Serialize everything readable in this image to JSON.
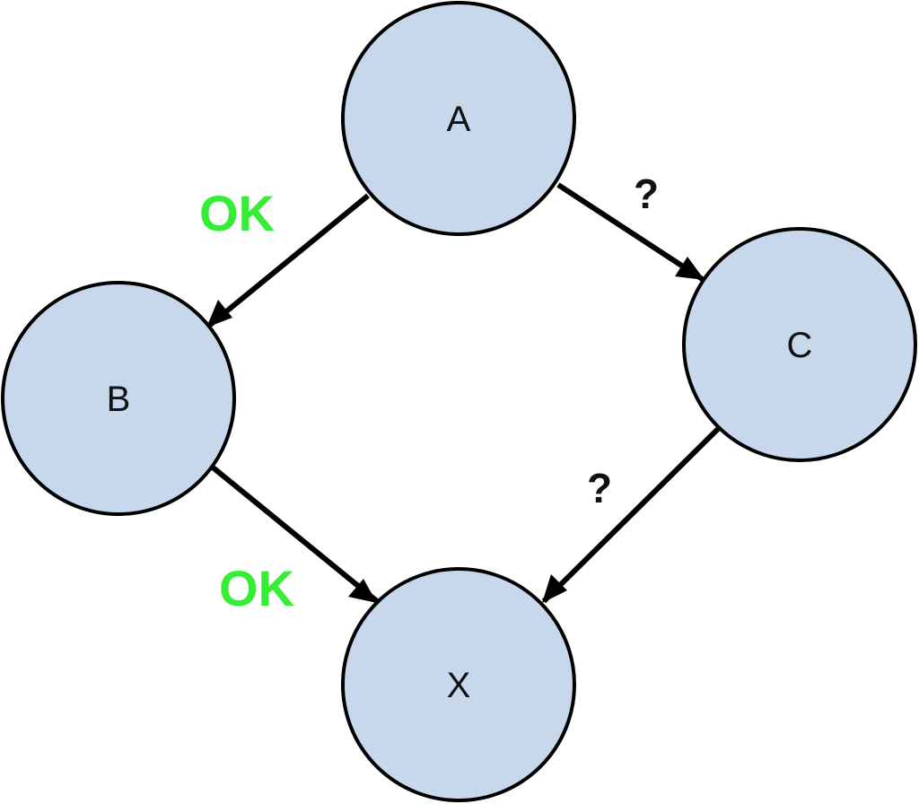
{
  "colors": {
    "node_fill": "#c7d7ec",
    "node_stroke": "#000000",
    "ok_label": "#33ee33",
    "question_label": "#111111"
  },
  "nodes": [
    {
      "id": "A",
      "label": "A"
    },
    {
      "id": "B",
      "label": "B"
    },
    {
      "id": "C",
      "label": "C"
    },
    {
      "id": "X",
      "label": "X"
    }
  ],
  "edges": [
    {
      "from": "A",
      "to": "B",
      "label": "OK",
      "status": "ok"
    },
    {
      "from": "A",
      "to": "C",
      "label": "?",
      "status": "unknown"
    },
    {
      "from": "B",
      "to": "X",
      "label": "OK",
      "status": "ok"
    },
    {
      "from": "C",
      "to": "X",
      "label": "?",
      "status": "unknown"
    }
  ]
}
